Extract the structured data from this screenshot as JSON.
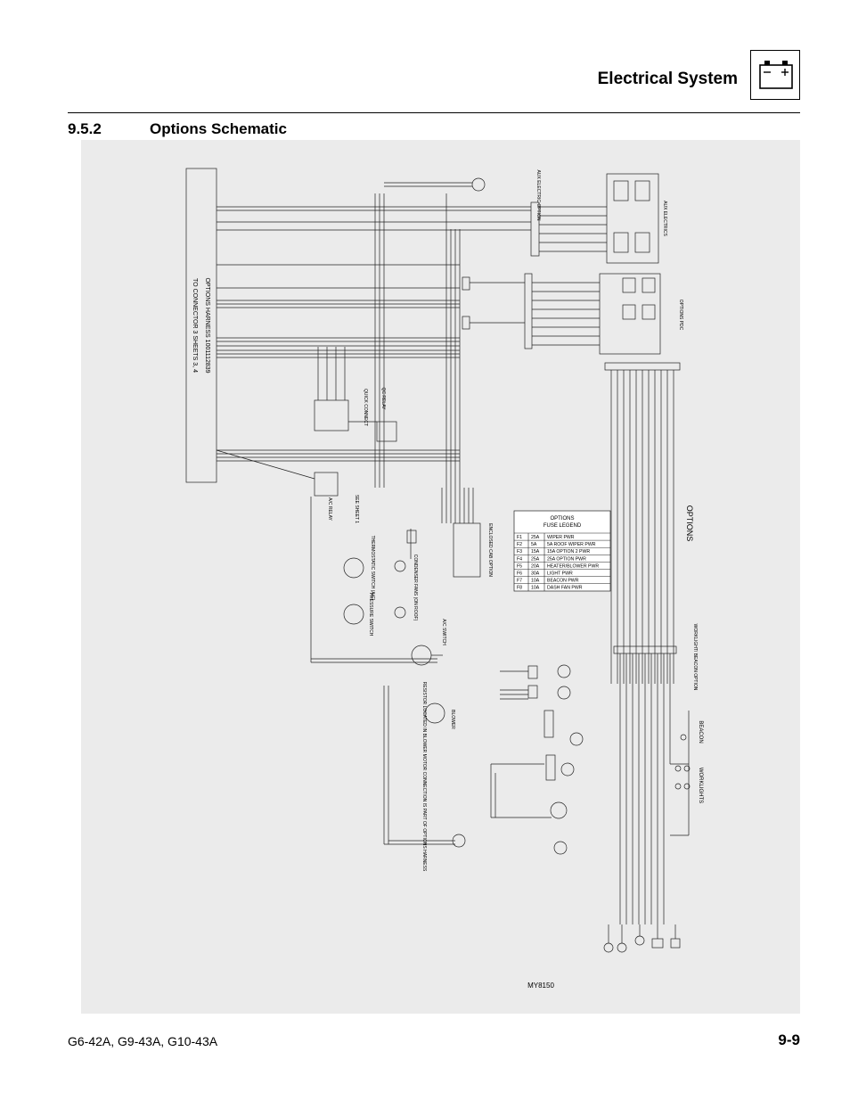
{
  "header": {
    "title": "Electrical System",
    "icon": "battery-icon"
  },
  "section": {
    "number": "9.5.2",
    "title": "Options Schematic"
  },
  "schematic": {
    "harness_label": "OPTIONS HARNESS 1001112839",
    "connector_label": "TO CONNECTOR 3 SHEETS 3, 4",
    "options_label": "OPTIONS",
    "options_pdc_label": "OPTIONS PDC",
    "aux_electrics_label": "AUX ELECTRICS",
    "aux_electric_option_label": "AUX ELECTRIC OPTION",
    "enclosed_cab_label": "ENCLOSED CAB OPTION",
    "quick_connect_label": "QUICK CONNECT",
    "qc_relay_label": "QC RELAY",
    "ac_relay_label": "A/C RELAY",
    "see_sheet_label": "SEE SHEET 1",
    "thermostatic_switch_label": "THERMOSTATIC SWITCH (A/C)",
    "pressure_switch_label": "PRESSURE SWITCH",
    "condenser_label": "CONDENSER FANS (ON ROOF)",
    "ac_switch_label": "A/C SWITCH",
    "blower_label": "BLOWER",
    "resistor_note": "RESISTOR LOCATED IN BLOWER MOTOR CONNECTION IS PART OF OPTIONS HARNESS",
    "worklight_option_label": "WORKLIGHT/ BEACON OPTION",
    "beacon_label": "BEACON",
    "worklights_label": "WORKLIGHTS",
    "drawing_number": "MY8150",
    "fuse_legend": {
      "title": "OPTIONS FUSE LEGEND",
      "rows": [
        {
          "fuse": "F1",
          "amps": "25A",
          "desc": "WIPER PWR"
        },
        {
          "fuse": "F2",
          "amps": "5A",
          "desc": "5A ROOF WIPER PWR"
        },
        {
          "fuse": "F3",
          "amps": "15A",
          "desc": "15A OPTION 2 PWR"
        },
        {
          "fuse": "F4",
          "amps": "25A",
          "desc": "25A OPTION PWR"
        },
        {
          "fuse": "F5",
          "amps": "20A",
          "desc": "HEATER/BLOWER PWR"
        },
        {
          "fuse": "F6",
          "amps": "30A",
          "desc": "LIGHT PWR"
        },
        {
          "fuse": "F7",
          "amps": "10A",
          "desc": "BEACON PWR"
        },
        {
          "fuse": "F8",
          "amps": "10A",
          "desc": "DASH FAN PWR"
        }
      ]
    }
  },
  "footer": {
    "models": "G6-42A, G9-43A, G10-43A",
    "page": "9-9"
  }
}
